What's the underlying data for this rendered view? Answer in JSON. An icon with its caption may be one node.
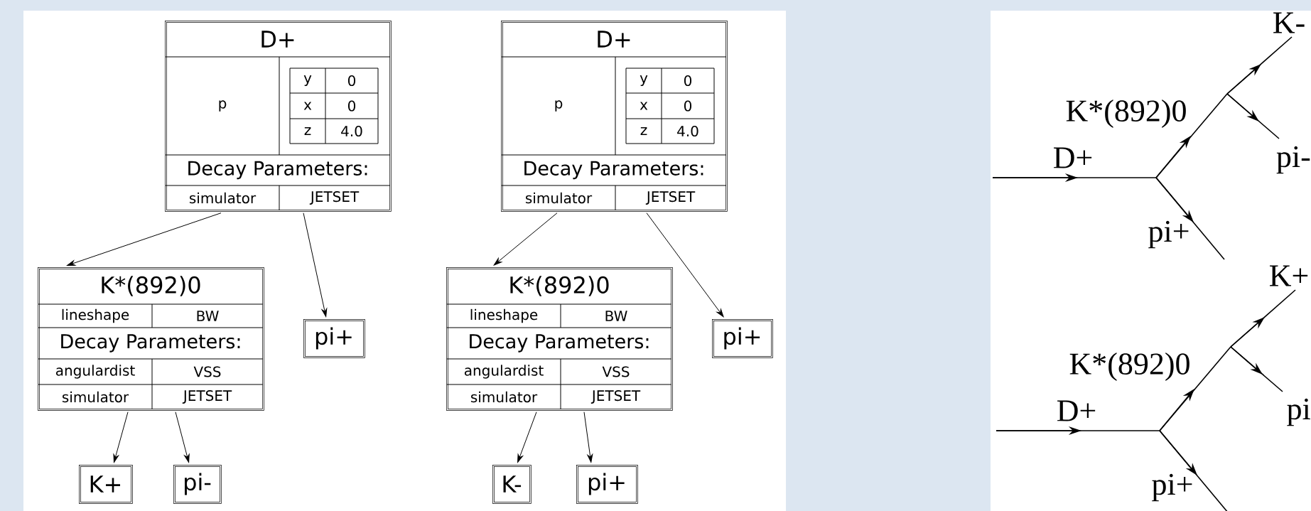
{
  "diagram": {
    "nodes": [
      {
        "text": [
          "D+",
          "p",
          "y",
          "0",
          "x",
          "0",
          "z",
          "4.0",
          "Decay Parameters:",
          "simulator",
          "JETSET"
        ]
      },
      {
        "text": [
          "K*(892)0",
          "lineshape",
          "BW",
          "Decay Parameters:",
          "angulardist",
          "VSS",
          "simulator",
          "JETSET"
        ]
      },
      {
        "text": [
          "pi+"
        ]
      },
      {
        "text": [
          "K+"
        ]
      },
      {
        "text": [
          "pi-"
        ]
      },
      {
        "text": [
          "D+",
          "p",
          "y",
          "0",
          "x",
          "0",
          "z",
          "4.0",
          "Decay Parameters:",
          "simulator",
          "JETSET"
        ]
      },
      {
        "text": [
          "K*(892)0",
          "lineshape",
          "BW",
          "Decay Parameters:",
          "angulardist",
          "VSS",
          "simulator",
          "JETSET"
        ]
      },
      {
        "text": [
          "pi+"
        ]
      },
      {
        "text": [
          "K-"
        ]
      },
      {
        "text": [
          "pi+"
        ]
      }
    ],
    "edges": [
      {
        "from": 0,
        "to": 1,
        "arrow": "to"
      },
      {
        "from": 0,
        "to": 2,
        "arrow": "to"
      },
      {
        "from": 1,
        "to": 3,
        "arrow": "to"
      },
      {
        "from": 1,
        "to": 4,
        "arrow": "to"
      },
      {
        "from": 5,
        "to": 6,
        "arrow": "to"
      },
      {
        "from": 5,
        "to": 7,
        "arrow": "to"
      },
      {
        "from": 6,
        "to": 8,
        "arrow": "to"
      },
      {
        "from": 6,
        "to": 9,
        "arrow": "to"
      }
    ],
    "labels": [
      "K-",
      "K*(892)0",
      "pi-",
      "D+",
      "pi+",
      "K+",
      "K*(892)0",
      "pi",
      "D+",
      "pi+"
    ]
  }
}
